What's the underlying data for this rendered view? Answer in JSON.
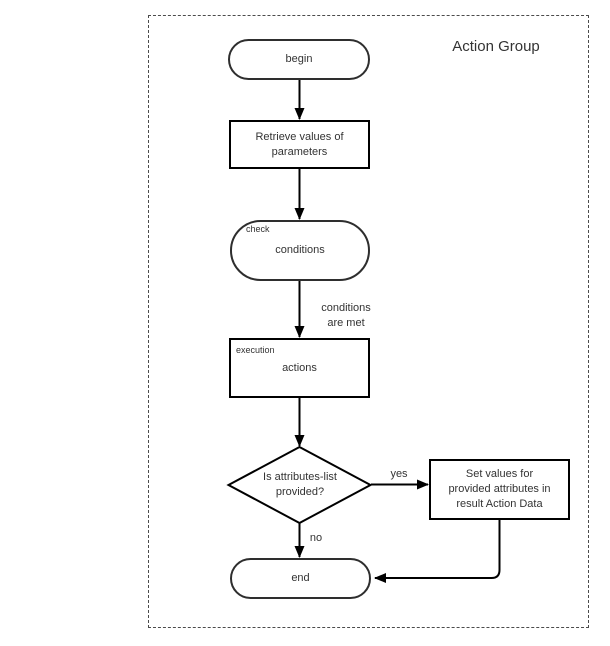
{
  "diagram": {
    "title": "Action Group",
    "nodes": {
      "begin": {
        "label": "begin"
      },
      "retrieve": {
        "lines": [
          "Retrieve values of",
          "parameters"
        ]
      },
      "check": {
        "tag": "check",
        "label": "conditions"
      },
      "execution": {
        "tag": "execution",
        "label": "actions"
      },
      "decision": {
        "lines": [
          "Is attributes-list",
          "provided?"
        ]
      },
      "set_values": {
        "lines": [
          "Set values for",
          "provided attributes in",
          "result Action Data"
        ]
      },
      "end": {
        "label": "end"
      }
    },
    "edges": {
      "conditions_met": [
        "conditions",
        "are met"
      ],
      "yes": "yes",
      "no": "no"
    },
    "colors": {
      "arrow_stroke": "#000000",
      "node_stroke": "#2e2e2e",
      "text": "#333333",
      "background": "#ffffff"
    }
  }
}
